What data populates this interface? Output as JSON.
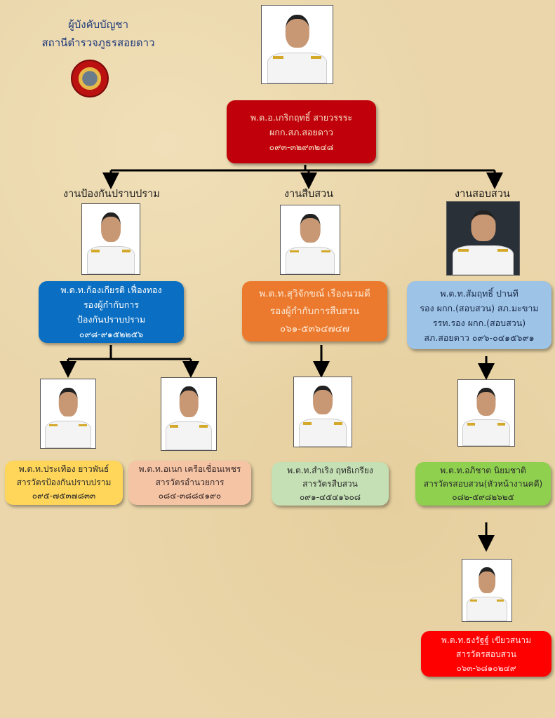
{
  "header": {
    "line1": "ผู้บังคับบัญชา",
    "line2": "สถานีตำรวจภูธรสอยดาว"
  },
  "sections": [
    "งานป้องกันปราบปราม",
    "งานสืบสวน",
    "งานสอบสวน"
  ],
  "chief": {
    "name": "พ.ต.อ.เกริกฤทธิ์  สายวรรระ",
    "position": "ผกก.สภ.สอยดาว",
    "phone": "๐๙๓-๓๒๙๓๒๔๘",
    "color": "#c0000a"
  },
  "deputies": [
    {
      "name": "พ.ต.ท.ก้องเกียรติ  เฟื่องทอง",
      "position": "รองผู้กำกับการ",
      "position2": "ป้องกันปราบปราม",
      "phone": "๐๙๘-๙๑๕๒๒๕๖",
      "color": "#0a6fc2"
    },
    {
      "name": "พ.ต.ท.สุวิจักขณ์  เรืองนวมดี",
      "position": "รองผู้กำกับการสืบสวน",
      "phone": "๐๖๑-๕๓๖๔๗๔๗",
      "color": "#ec7a2e"
    },
    {
      "name": "พ.ต.ท.สัมฤทธิ์  ปานที",
      "position": "รอง  ผกก.(สอบสวน) สภ.มะขาม",
      "position2": "รรท.รอง ผกก.(สอบสวน)",
      "phone": "สภ.สอยดาว  ๐๙๖-๐๔๑๕๖๙๑",
      "color": "#9dc3e6"
    }
  ],
  "inspectors": [
    {
      "name": "พ.ต.ท.ประเทือง  ยาวพันธ์",
      "position": "สารวัตรป้องกันปราบปราม",
      "phone": "๐๙๕-๗๕๓๗๘๓๓",
      "color": "#ffd65a"
    },
    {
      "name": "พ.ต.ท.อเนก  เครือเชื่อนเพชร",
      "position": "สารวัตรอำนวยการ",
      "phone": "๐๘๔-๓๘๘๔๑๙๐",
      "color": "#f5c4a4"
    },
    {
      "name": "พ.ต.ท.สำเริง  ฤทธิเกรียง",
      "position": "สารวัตรสืบสวน",
      "phone": "๐๙๑-๔๕๔๑๖๐๘",
      "color": "#c5e0b4"
    },
    {
      "name": "พ.ต.ท.อภิชาต  นิยมชาติ",
      "position": "สารวัตรสอบสวน(หัวหน้างานคดี)",
      "phone": "๐๘๒-๕๙๘๒๖๒๕",
      "color": "#8fd14f"
    },
    {
      "name": "พ.ต.ท.ธงรัฐฐ์  เขียวสนาม",
      "position": "สารวัตรสอบสวน",
      "phone": "๐๖๓-๖๘๑๐๒๔๙",
      "color": "#ff0000"
    }
  ]
}
